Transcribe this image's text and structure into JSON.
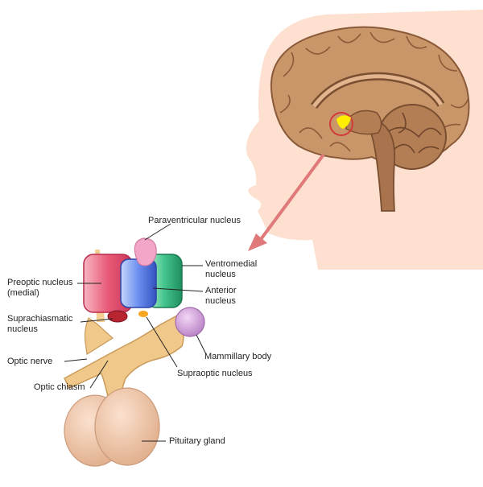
{
  "labels": {
    "paraventricular": "Paraventricular nucleus",
    "ventromedial_1": "Ventromedial",
    "ventromedial_2": "nucleus",
    "anterior_1": "Anterior",
    "anterior_2": "nucleus",
    "preoptic_1": "Preoptic nucleus",
    "preoptic_2": "(medial)",
    "suprachiasmatic_1": "Suprachiasmatic",
    "suprachiasmatic_2": "nucleus",
    "mammillary": "Mammillary body",
    "optic_nerve": "Optic nerve",
    "supraoptic": "Supraoptic nucleus",
    "optic_chiasm": "Optic chiasm",
    "pituitary": "Pituitary gland"
  },
  "colors": {
    "skin": "#fde0d0",
    "brain": "#c9966a",
    "brain_dark": "#8a5a38",
    "pointer": "#e07a7a",
    "highlight": "#ffee00",
    "stalk": "#f0c98a",
    "pituitary": "#f1c8ab",
    "preoptic": "#e85a78",
    "anterior": "#4a6fd6",
    "ventromedial": "#2fb07a",
    "paraventricular": "#f4a6c8",
    "suprachiasmatic": "#b8242f",
    "mammillary": "#d9a6e0"
  }
}
